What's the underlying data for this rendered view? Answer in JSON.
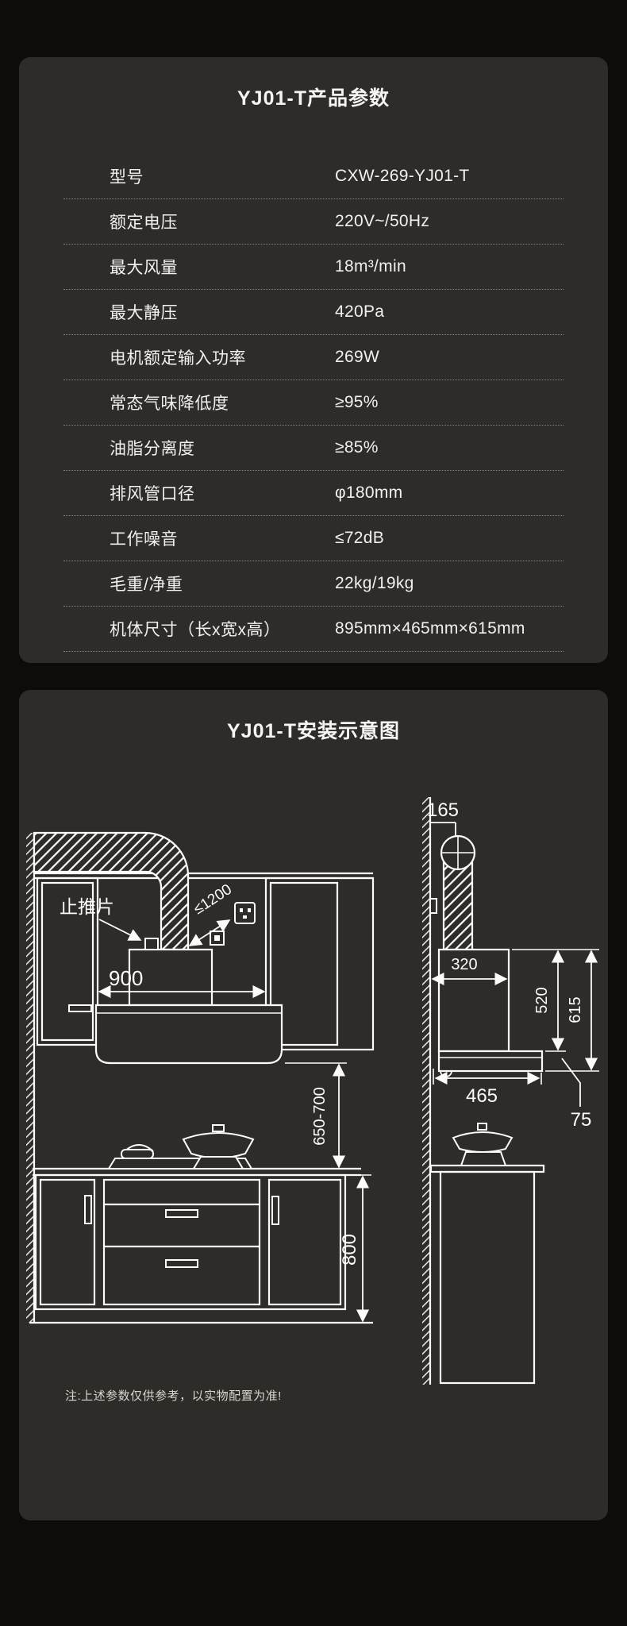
{
  "spec_panel": {
    "title": "YJ01-T产品参数",
    "rows": [
      {
        "label": "型号",
        "value": "CXW-269-YJ01-T"
      },
      {
        "label": "额定电压",
        "value": "220V~/50Hz"
      },
      {
        "label": "最大风量",
        "value": "18m³/min"
      },
      {
        "label": "最大静压",
        "value": "420Pa"
      },
      {
        "label": "电机额定输入功率",
        "value": "269W"
      },
      {
        "label": "常态气味降低度",
        "value": "≥95%"
      },
      {
        "label": "油脂分离度",
        "value": "≥85%"
      },
      {
        "label": "排风管口径",
        "value": "φ180mm"
      },
      {
        "label": "工作噪音",
        "value": "≤72dB"
      },
      {
        "label": "毛重/净重",
        "value": "22kg/19kg"
      },
      {
        "label": "机体尺寸（长x宽x高）",
        "value": "895mm×465mm×615mm"
      }
    ]
  },
  "diagram_panel": {
    "title": "YJ01-T安装示意图",
    "labels": {
      "thrust_plate": "止推片",
      "socket_distance": "≤1200",
      "opening_width": "900",
      "top_offset": "165",
      "chimney_depth": "320",
      "upper_height": "520",
      "total_height": "615",
      "hood_depth": "465",
      "lip_height": "75",
      "hood_to_counter": "650-700",
      "counter_height": "800"
    },
    "note": "注:上述参数仅供参考，以实物配置为准!"
  }
}
